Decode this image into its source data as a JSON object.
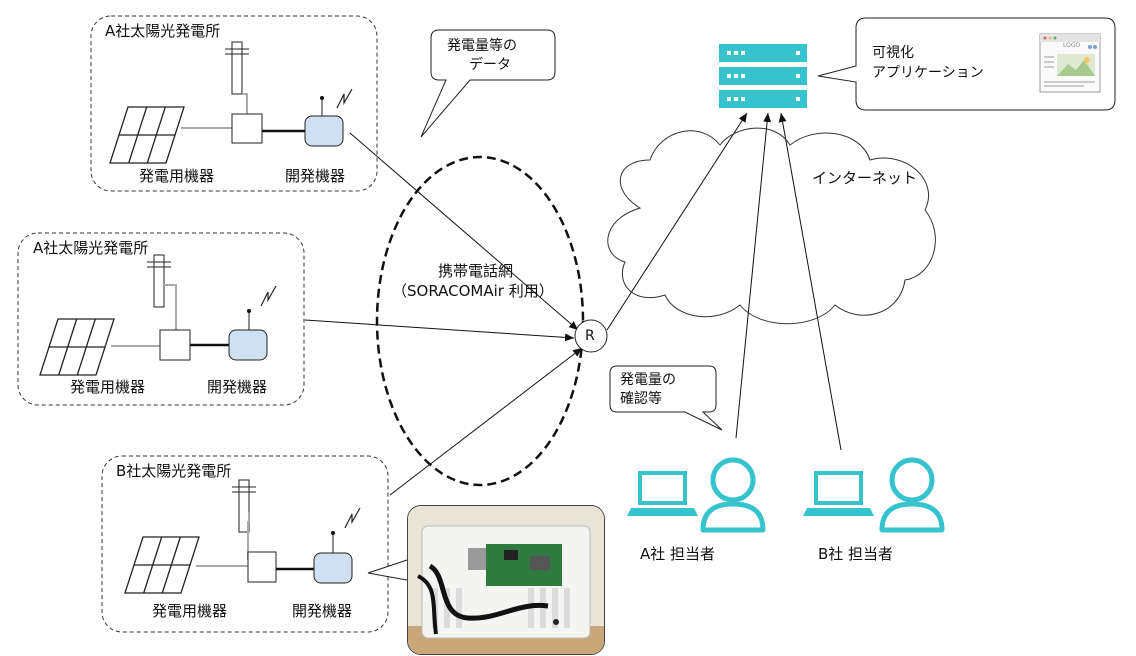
{
  "sites": [
    {
      "title": "A社太陽光発電所",
      "equipment_label": "発電用機器",
      "device_label": "開発機器"
    },
    {
      "title": "A社太陽光発電所",
      "equipment_label": "発電用機器",
      "device_label": "開発機器"
    },
    {
      "title": "B社太陽光発電所",
      "equipment_label": "発電用機器",
      "device_label": "開発機器"
    }
  ],
  "callout_data": {
    "line1": "発電量等の",
    "line2": "データ"
  },
  "mobile_network": {
    "line1": "携帯電話網",
    "line2": "（SORACOMAir 利用）"
  },
  "router_label": "R",
  "internet_label": "インターネット",
  "viz_app": {
    "line1": "可視化",
    "line2": "アプリケーション",
    "thumb_logo": "LOGO"
  },
  "callout_check": {
    "line1": "発電量の",
    "line2": "確認等"
  },
  "users": [
    {
      "label": "A社 担当者"
    },
    {
      "label": "B社 担当者"
    }
  ],
  "colors": {
    "device_fill": "#cfe0f3",
    "user_icon": "#36c3ce",
    "server": "#36c3ce"
  }
}
